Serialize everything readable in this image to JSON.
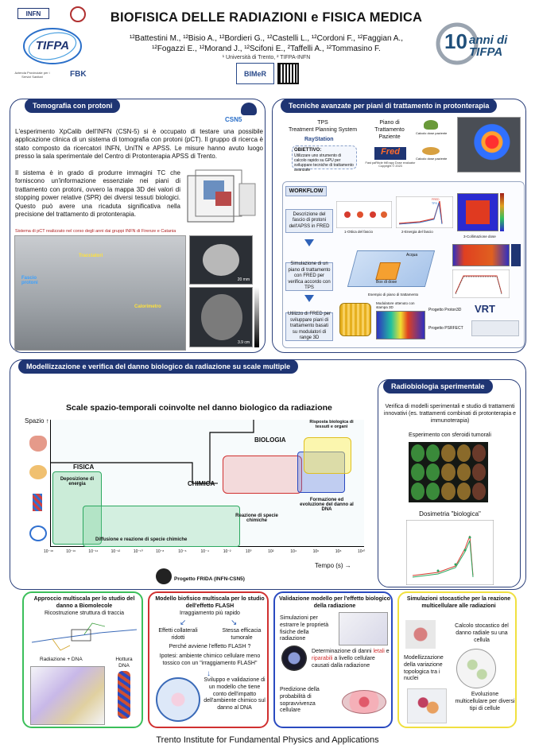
{
  "header": {
    "title": "BIOFISICA DELLE RADIAZIONI e FISICA MEDICA",
    "authors_line1": "¹²Battestini M., ¹²Bisio A., ¹²Bordieri G., ¹²Castelli L., ¹²Cordoni F., ¹²Faggian A.,",
    "authors_line2": "¹²Fogazzi E., ¹²Morand J., ¹²Scifoni E., ²Taffelli A., ¹²Tommasino F.",
    "affiliations": "¹ Università di Trento, ² TIFPA-INFN",
    "infn_logo": "INFN",
    "tifpa_logo": "TIFPA",
    "anniversary_logo": "anni di TIFPA",
    "anniversary_number": "10",
    "bimer_logo": "BIMeR",
    "sponsor_left": "Azienda Provinciale per i Servizi Sanitari",
    "sponsor_right": "FBK"
  },
  "proton_tomography": {
    "tab": "Tomografia con protoni",
    "csn_badge": "CSN5",
    "para1": "L'esperimento XpCalib dell'INFN (CSN-5) si è occupato di testare una possibile applicazione clinica di un sistema di tomografia con protoni (pCT). Il gruppo di ricerca è stato composto da ricercatori INFN, UniTN e APSS. Le misure hanno avuto luogo presso la sala sperimentale del Centro di Protonterapia APSS di Trento.",
    "para2": "Il sistema è in grado di produrre immagini TC che forniscono un'informazione essenziale nei piani di trattamento con protoni, ovvero la mappa 3D dei valori di stopping power relative (SPR) dei diversi tessuti biologici. Questo può avere una ricaduta significativa nella precisione del trattamento di protonterapia.",
    "photo_caption": "Sistema di pCT realizzato nel corso degli anni dai gruppi INFN di Firenze e Catania",
    "label_tracker": "Tracciatori",
    "label_beam": "Fascio protoni",
    "label_calorimeter": "Calorimetro",
    "scale1": "20 mm",
    "scale2": "3.9 cm"
  },
  "advanced_techniques": {
    "tab": "Tecniche avanzate per piani di trattamento in protonterapia",
    "tps_title": "TPS\nTreatment Planning System",
    "raystation": "RayStation",
    "objective_label": "OBIETTIVO:",
    "objective_text": "Utilizzare uno strumento di calcolo rapido su GPU per sviluppare tecniche di trattamento avanzate",
    "plan_label": "Piano di Trattamento Paziente",
    "fred_logo": "Fred",
    "fred_caption": "Fast paRticle thErapy Dose evaluator\nCopyright © 2023",
    "dose_slow": "Calcolo dose paziente",
    "dose_fast": "Calcolo dose paziente",
    "workflow_label": "WORKFLOW",
    "step1": "Descrizione del fascio di protoni dell'APSS in FRED",
    "step2": "Simulazione di un piano di trattamento con FRED per verifica accordo con TPS",
    "step3": "Utilizzo di FRED per sviluppare piani di trattamento basati su modulatori di range 3D",
    "chart1_caption": "1-Ottica del fascio",
    "chart2_caption": "2-Energia del fascio",
    "chart3_caption": "3-Collimazione dose",
    "water_label": "Acqua",
    "dose_box_label": "Box di dose",
    "plan_example": "Esempio di piano di trattamento",
    "modulator_caption": "Modulatore ottenuto con stampa 3D",
    "project1": "Progetto Proton3D",
    "project2": "Progetto PSRFECT",
    "vrt_logo": "VRT",
    "legend_fred": "FRED",
    "legend_tps": "TPS"
  },
  "modelling": {
    "tab": "Modellizzazione e verifica del danno biologico da radiazione su scale multiple",
    "diagram_title": "Scale spazio-temporali coinvolte nel danno biologico da radiazione",
    "axis_y": "Spazio ↑",
    "axis_x": "Tempo (s) →",
    "label_biologia": "BIOLOGIA",
    "label_fisica": "FISICA",
    "label_chimica": "CHIMICA",
    "label_risposta": "Risposta biologica di tessuti e organi",
    "label_deposizione": "Deposizione di energia",
    "label_reazione": "Reazione di specie chimiche",
    "label_formazione": "Formazione ed evoluzione del danno al DNA",
    "label_diffusione": "Diffusione e reazione di specie chimiche",
    "ticks": [
      "10⁻¹⁸",
      "10⁻¹⁶",
      "10⁻¹⁴",
      "10⁻¹²",
      "10⁻¹⁰",
      "10⁻⁸",
      "10⁻⁶",
      "10⁻⁴",
      "10⁻²",
      "10⁰",
      "10²",
      "10⁴",
      "10⁶",
      "10⁸",
      "10¹⁰"
    ],
    "frida": "Progetto FRIDA (INFN-CSN5)"
  },
  "radiobiology": {
    "tab": "Radiobiologia sperimentale",
    "intro": "Verifica di modelli sperimentali e studio di trattamenti innovativi (es. trattamenti combinati di protonterapia e immunoterapia)",
    "spheroids": "Esperimento con sferoidi tumorali",
    "dosimetry": "Dosimetria \"biologica\""
  },
  "bottom": {
    "p1_title": "Approccio multiscala per lo studio del danno a Biomolecole",
    "p1_sub": "Ricostruzione struttura di traccia",
    "p1_label1": "Radiazione + DNA",
    "p1_label2": "Hottura DNA",
    "p2_title": "Modello biofisico multiscala per lo studio dell'effetto FLASH",
    "p2_sub": "Irraggiamento più rapido",
    "p2_left": "Effetti collaterali ridotti",
    "p2_right": "Stessa efficacia tumorale",
    "p2_q": "Perché avviene l'effetto FLASH ?",
    "p2_hyp": "Ipotesi: ambiente chimico cellulare meno tossico con un \"irraggiamento FLASH\"",
    "p2_dev": "Sviluppo e validazione di un modello che tiene conto dell'impatto dell'ambiente chimico sul danno al DNA",
    "p3_title": "Validazione modello per l'effetto biologico della radiazione",
    "p3_sim": "Simulazioni per estrarre le proprietà fisiche della radiazione",
    "p3_det_a": "Determinazione di danni ",
    "p3_det_letali": "letali",
    "p3_det_e": " e ",
    "p3_det_riparabili": "riparabili",
    "p3_det_b": " a livello cellulare causati dalla radiazione",
    "p3_pred": "Predizione della probabilità di sopravvivenza cellulare",
    "p4_title": "Simulazioni stocastiche per la reazione multicellulare alle radiazioni",
    "p4_calc": "Calcolo stocastico del danno radiale su una cellula",
    "p4_model": "Modellizzazione della variazione topologica tra i nuclei",
    "p4_evo": "Evoluzione multicellulare per diversi tipi di cellule"
  },
  "footer": "Trento Institute for Fundamental Physics and Applications"
}
